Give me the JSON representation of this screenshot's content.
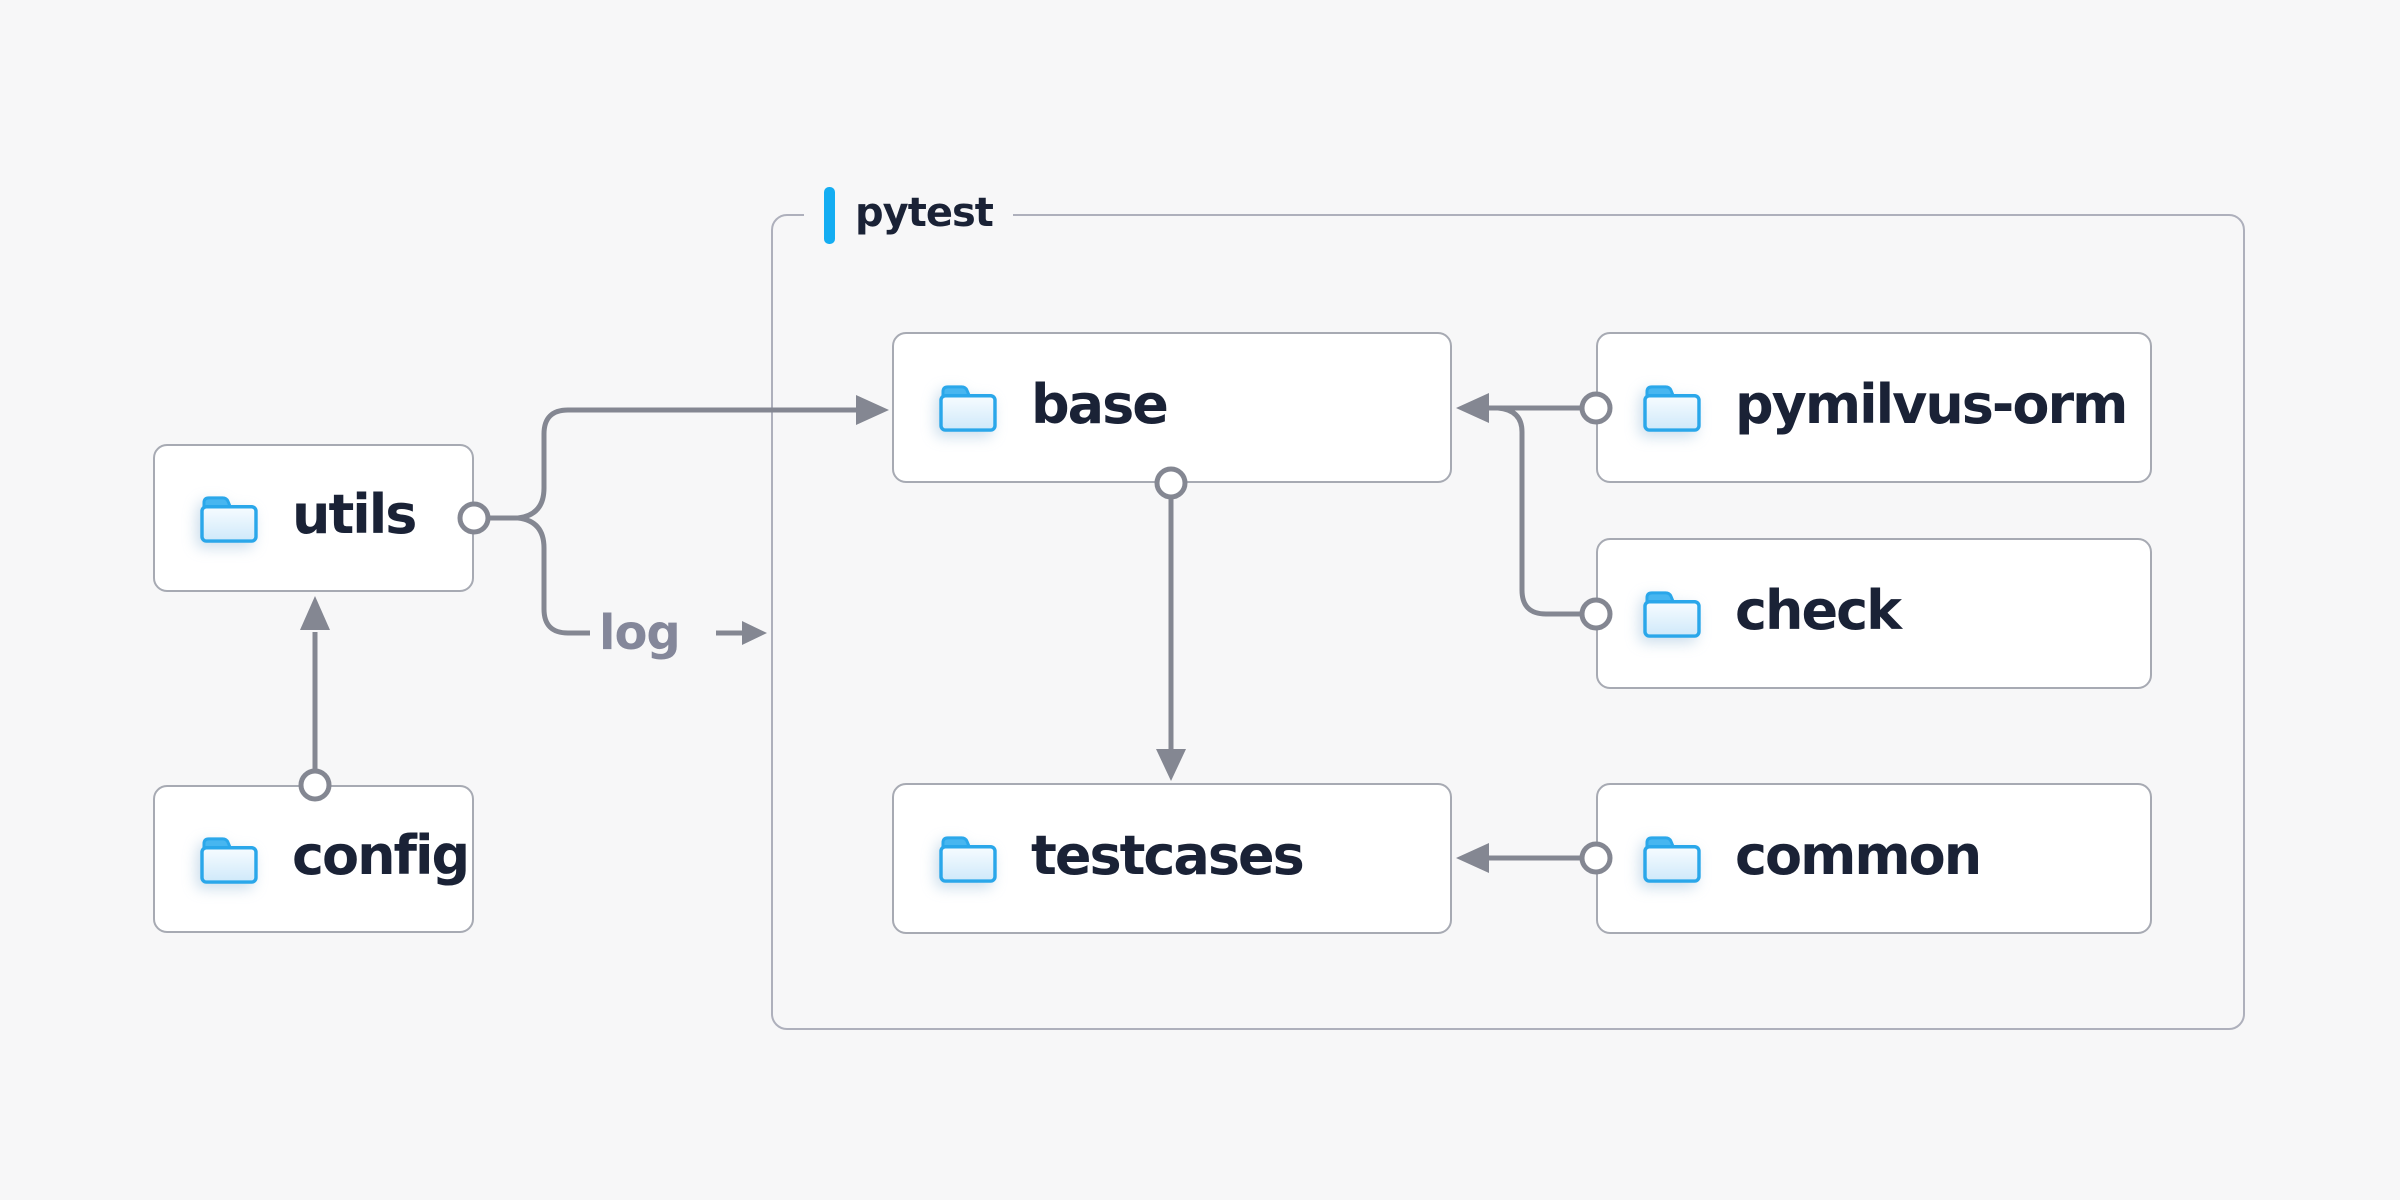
{
  "group": {
    "label": "pytest",
    "accent_color": "#14adf2",
    "border_color": "#aeb0bc"
  },
  "nodes": [
    {
      "id": "utils",
      "label": "utils"
    },
    {
      "id": "config",
      "label": "config"
    },
    {
      "id": "base",
      "label": "base"
    },
    {
      "id": "pymilvus-orm",
      "label": "pymilvus-orm"
    },
    {
      "id": "check",
      "label": "check"
    },
    {
      "id": "testcases",
      "label": "testcases"
    },
    {
      "id": "common",
      "label": "common"
    }
  ],
  "edges": [
    {
      "from": "config",
      "to": "utils"
    },
    {
      "from": "utils",
      "to": "base"
    },
    {
      "from": "utils",
      "to": "pytest-group",
      "label": "log"
    },
    {
      "from": "pymilvus-orm",
      "to": "base"
    },
    {
      "from": "check",
      "to": "base"
    },
    {
      "from": "base",
      "to": "testcases"
    },
    {
      "from": "common",
      "to": "testcases"
    }
  ],
  "colors": {
    "background": "#f7f7f8",
    "node_background": "#ffffff",
    "node_border": "#a7aab3",
    "node_text": "#1a2236",
    "connector": "#848792",
    "edge_label_text": "#84879a",
    "folder_blue": "#2aa7ea"
  }
}
